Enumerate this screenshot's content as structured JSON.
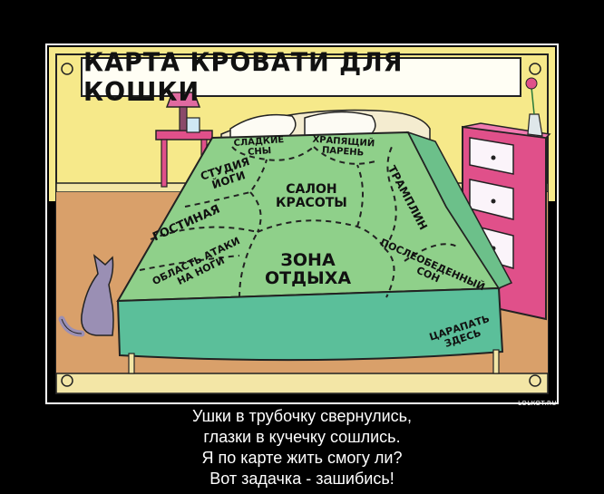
{
  "poster": {
    "title": "КАРТА КРОВАТИ ДЛЯ КОШКИ",
    "watermark": "LOLKOT.RU",
    "caption_lines": [
      "Ушки в трубочку свернулись,",
      "глазки в кучечку сошлись.",
      "Я по карте жить смогу ли?",
      "Вот задачка - зашибись!"
    ]
  },
  "zones": {
    "sweet_dreams": "СЛАДКИЕ\nСНЫ",
    "snoring_guy": "ХРАПЯЩИЙ\nПАРЕНЬ",
    "yoga_studio": "СТУДИЯ\nЙОГИ",
    "beauty_salon": "САЛОН\nКРАСОТЫ",
    "trampoline": "ТРАМПЛИН",
    "living_room": "ГОСТИНАЯ",
    "rest_zone": "ЗОНА\nОТДЫХА",
    "foot_attack": "ОБЛАСТЬ АТАКИ\nНА НОГИ",
    "afternoon_nap": "ПОСЛЕОБЕДЕННЫЙ\nСОН",
    "scratch_here": "ЦАРАПАТЬ\nЗДЕСЬ"
  },
  "colors": {
    "background": "#000000",
    "wall": "#f6e98a",
    "floor": "#d9a06a",
    "blanket": "#8fd08a",
    "blanket_skirt": "#5bbf9a",
    "dresser": "#e0508a",
    "cat": "#9a8fb4"
  }
}
